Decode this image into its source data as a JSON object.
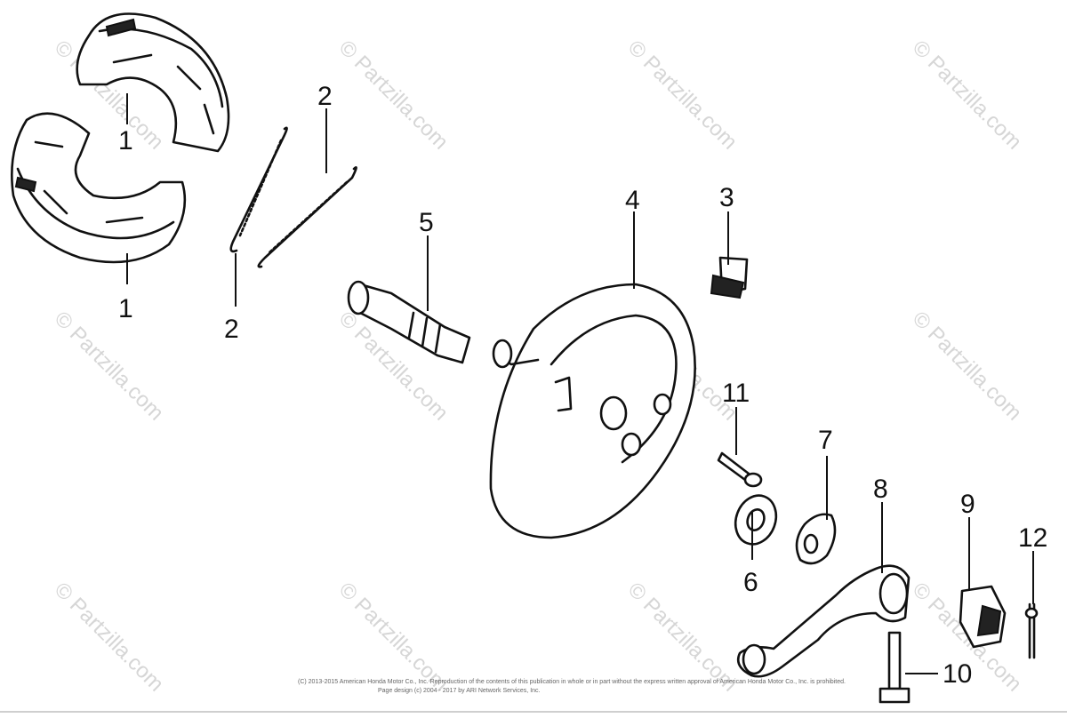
{
  "watermark": "© Partzilla.com",
  "copyright": {
    "line1": "(C) 2013-2015 American Honda Motor Co., Inc. Reproduction of the contents of this publication in whole or in part without the express written approval of American Honda Motor Co., Inc. is prohibited.",
    "line2": "Page design (c) 2004 - 2017 by ARI Network Services, Inc."
  },
  "callouts": [
    "1",
    "1",
    "2",
    "2",
    "3",
    "4",
    "5",
    "6",
    "7",
    "8",
    "9",
    "10",
    "11",
    "12"
  ]
}
